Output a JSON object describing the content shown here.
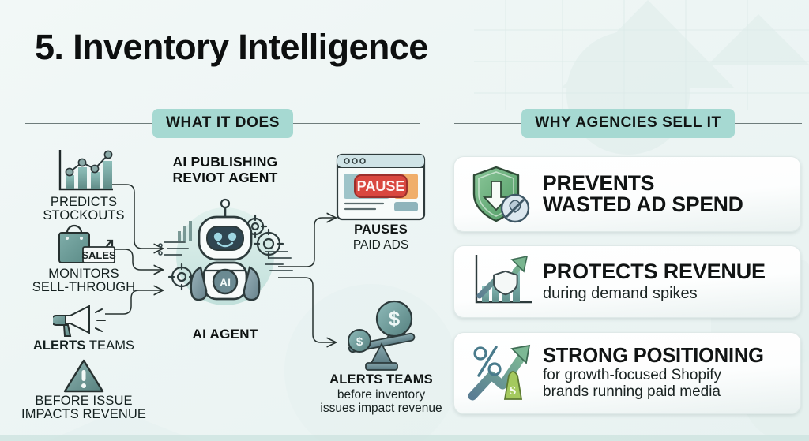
{
  "page": {
    "title": "5. Inventory Intelligence",
    "background_color": "#eef5f4",
    "accent_color": "#a6d9d2"
  },
  "sections": {
    "left_banner": "WHAT IT DOES",
    "right_banner": "WHY AGENCIES SELL IT"
  },
  "flow": {
    "inputs": [
      {
        "icon": "bar-chart-trend-icon",
        "line1": "PREDICTS",
        "line2": "STOCKOUTS"
      },
      {
        "icon": "shopping-bag-sales-icon",
        "line1": "MONITORS",
        "line2": "SELL-THROUGH"
      },
      {
        "icon": "megaphone-icon",
        "line1_bold": "ALERTS",
        "line1_rest": " TEAMS"
      },
      {
        "icon": "warning-triangle-icon",
        "line1": "BEFORE ISSUE",
        "line2": "IMPACTS REVENUE"
      }
    ],
    "agent": {
      "heading_line1": "AI PUBLISHING",
      "heading_line2": "REVIOT AGENT",
      "icon": "ai-robot-icon",
      "badge_text": "AI",
      "caption": "AI AGENT"
    },
    "outputs": [
      {
        "icon": "browser-pause-icon",
        "button_label": "PAUSE",
        "title": "PAUSES",
        "subtitle": "PAID ADS"
      },
      {
        "icon": "scale-balance-dollar-icon",
        "title": "ALERTS TEAMS",
        "subtitle_line1": "before inventory",
        "subtitle_line2": "issues impact revenue"
      }
    ]
  },
  "benefit_cards": [
    {
      "icon": "shield-down-arrow-no-money-icon",
      "title_line1": "PREVENTS",
      "title_line2": "WASTED AD SPEND",
      "subtitle": ""
    },
    {
      "icon": "growth-chart-shield-icon",
      "title_line1": "PROTECTS REVENUE",
      "subtitle": "during demand spikes"
    },
    {
      "icon": "percent-arrow-shopify-icon",
      "title_line1": "STRONG POSITIONING",
      "subtitle_line1": "for growth-focused Shopify",
      "subtitle_line2": "brands running paid media"
    }
  ]
}
